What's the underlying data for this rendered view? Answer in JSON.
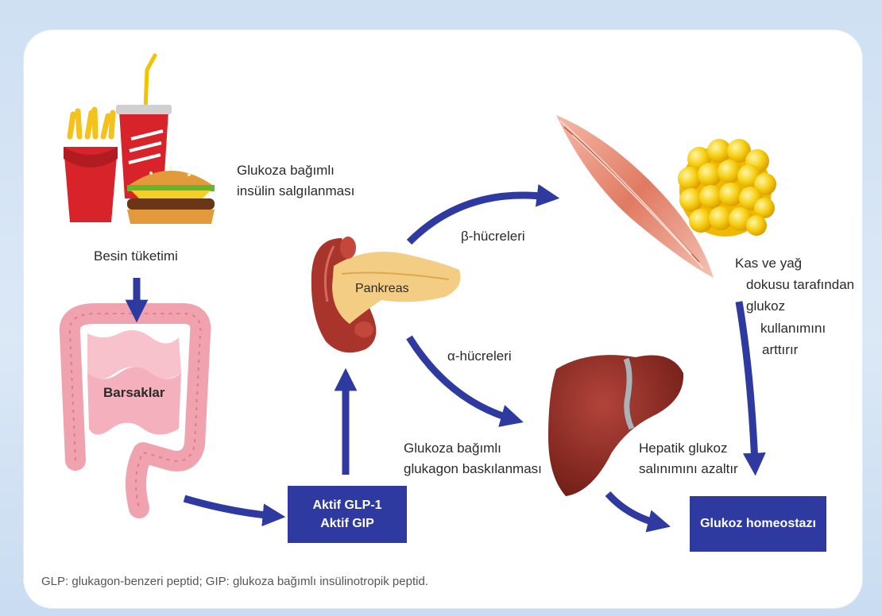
{
  "labels": {
    "food_consumption": "Besin tüketimi",
    "intestines": "Barsaklar",
    "pancreas": "Pankreas",
    "insulin_secretion_line1": "Glukoza bağımlı",
    "insulin_secretion_line2": "insülin salgılanması",
    "beta_cells": "β-hücreleri",
    "alpha_cells": "α-hücreleri",
    "glucagon_line1": "Glukoza bağımlı",
    "glucagon_line2": "glukagon baskılanması",
    "muscle_fat_line1": "Kas ve yağ",
    "muscle_fat_line2": "dokusu tarafından",
    "muscle_fat_line3": "glukoz",
    "muscle_fat_line4": "kullanımını",
    "muscle_fat_line5": "arttırır",
    "hepatic_line1": "Hepatik glukoz",
    "hepatic_line2": "salınımını azaltır"
  },
  "boxes": {
    "glp_line1": "Aktif GLP-1",
    "glp_line2": "Aktif GIP",
    "homeostasis": "Glukoz homeostazı"
  },
  "footnote": "GLP: glukagon-benzeri peptid; GIP: glukoza bağımlı insülinotropik peptid.",
  "colors": {
    "arrow": "#2e3aa0",
    "box": "#2e3aa0",
    "liver": "#8e2a22",
    "fat": "#f2c400",
    "intestine": "#f2a6b2",
    "pancreas": "#f3cf86"
  }
}
